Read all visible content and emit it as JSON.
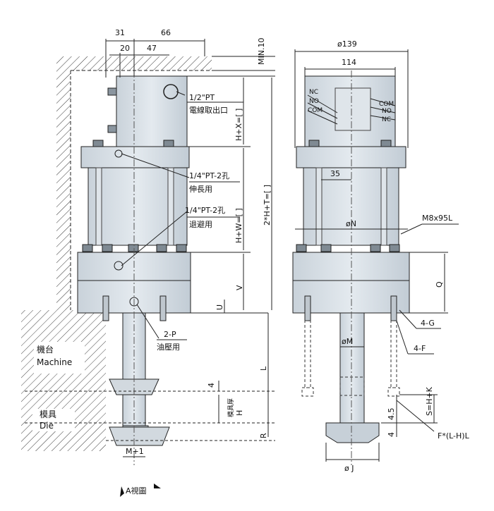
{
  "top_dims": {
    "d31": "31",
    "d66": "66",
    "d20": "20",
    "d47": "47",
    "min10": "MIN.10",
    "dia139": "ø139",
    "d114": "114"
  },
  "right_vert": {
    "hx": "H+X=[ ]",
    "hw": "H+W=[ ]",
    "two_h_t": "2*H+T=[ ]",
    "v": "V",
    "u": "U",
    "l": "L",
    "r": "R",
    "h": "H",
    "four": "4",
    "mold_thick": "模具厚"
  },
  "callouts": {
    "pt12": "1/2\"PT",
    "pt12_note": "電線取出口",
    "pt14a": "1/4\"PT-2孔",
    "pt14a_note": "伸長用",
    "pt14b": "1/4\"PT-2孔",
    "pt14b_note": "退避用",
    "p2": "2-P",
    "p2_note": "油壓用",
    "m8": "M8x95L",
    "q": "Q",
    "g4": "4-G",
    "f4": "4-F",
    "d35": "35",
    "dn": "øN",
    "dm": "øM",
    "dj": "ø J",
    "s": "S=H+K",
    "fl": "F*(L-H)L",
    "four_b": "4",
    "four_five": "4.5"
  },
  "switch_labels": {
    "nc_l": "NC",
    "no_l": "NO",
    "com_l": "COM",
    "com_r": "COM",
    "no_r": "NO",
    "nc_r": "NC"
  },
  "machine": {
    "zh": "機台",
    "en": "Machine"
  },
  "die": {
    "zh": "模具",
    "en": "Die"
  },
  "m1": "M+1",
  "view_a": "A視圖"
}
